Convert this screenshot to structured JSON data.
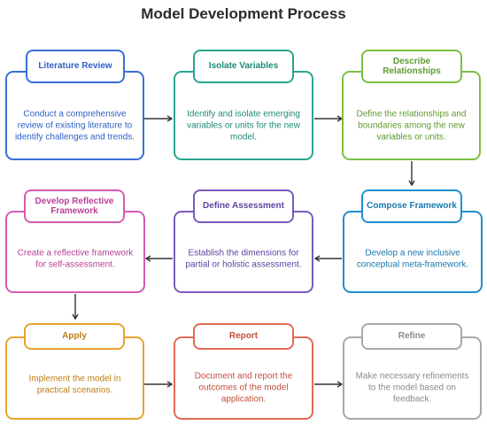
{
  "title": "Model Development Process",
  "steps": [
    {
      "label": "Literature Review",
      "text": "Conduct a comprehensive review of existing literature to identify challenges and trends.",
      "border": "#3a6fd8",
      "textColor": "#2f5fc4"
    },
    {
      "label": "Isolate Variables",
      "text": "Identify and isolate emerging variables or units for the new model.",
      "border": "#2aa58f",
      "textColor": "#1f8a76"
    },
    {
      "label": "Describe Relationships",
      "text": "Define the relationships and boundaries among the new variables or units.",
      "border": "#7ac043",
      "textColor": "#5f9a2f"
    },
    {
      "label": "Compose Framework",
      "text": "Develop a new inclusive conceptual meta-framework.",
      "border": "#1f8fcf",
      "textColor": "#1a77ad"
    },
    {
      "label": "Define Assessment",
      "text": "Establish the dimensions for partial or holistic assessment.",
      "border": "#7a5bbf",
      "textColor": "#5e44a0"
    },
    {
      "label": "Develop Reflective Framework",
      "text": "Create a reflective framework for self-assessment.",
      "border": "#d55bb4",
      "textColor": "#b83f97"
    },
    {
      "label": "Apply",
      "text": "Implement the model in practical scenarios.",
      "border": "#e8a22e",
      "textColor": "#c07d12"
    },
    {
      "label": "Report",
      "text": "Document and report the outcomes of the model application.",
      "border": "#e06b55",
      "textColor": "#c1513c"
    },
    {
      "label": "Refine",
      "text": "Make necessary refinements to the model based on feedback.",
      "border": "#a8a8a8",
      "textColor": "#8a8a8a"
    }
  ]
}
